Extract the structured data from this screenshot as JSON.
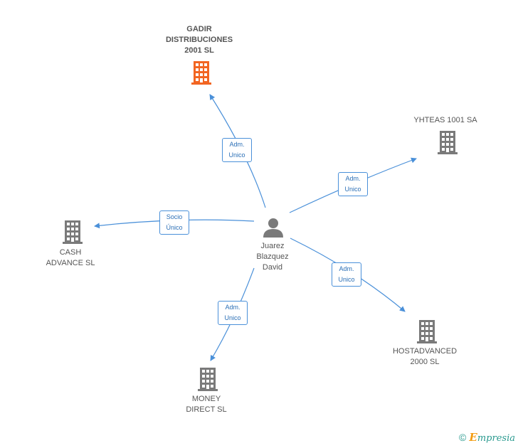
{
  "colors": {
    "edge": "#4a90d9",
    "building": "#7a7a7a",
    "building_focus": "#f26522",
    "person": "#7a7a7a"
  },
  "center": {
    "name": "Juarez\nBlazquez\nDavid",
    "icon": "person-icon"
  },
  "nodes": [
    {
      "id": "gadir",
      "name": "GADIR\nDISTRIBUCIONES\n2001 SL",
      "icon": "building-icon",
      "focus": true,
      "relation": "Adm.\nUnico"
    },
    {
      "id": "yhteas",
      "name": "YHTEAS 1001 SA",
      "icon": "building-icon",
      "focus": false,
      "relation": "Adm.\nUnico"
    },
    {
      "id": "cash",
      "name": "CASH\nADVANCE SL",
      "icon": "building-icon",
      "focus": false,
      "relation": "Socio\nÚnico"
    },
    {
      "id": "hostadvanced",
      "name": "HOSTADVANCED\n2000 SL",
      "icon": "building-icon",
      "focus": false,
      "relation": "Adm.\nUnico"
    },
    {
      "id": "money",
      "name": "MONEY\nDIRECT SL",
      "icon": "building-icon",
      "focus": false,
      "relation": "Adm.\nUnico"
    }
  ],
  "footer": {
    "copyright": "©",
    "brand_first": "E",
    "brand_rest": "mpresia"
  }
}
